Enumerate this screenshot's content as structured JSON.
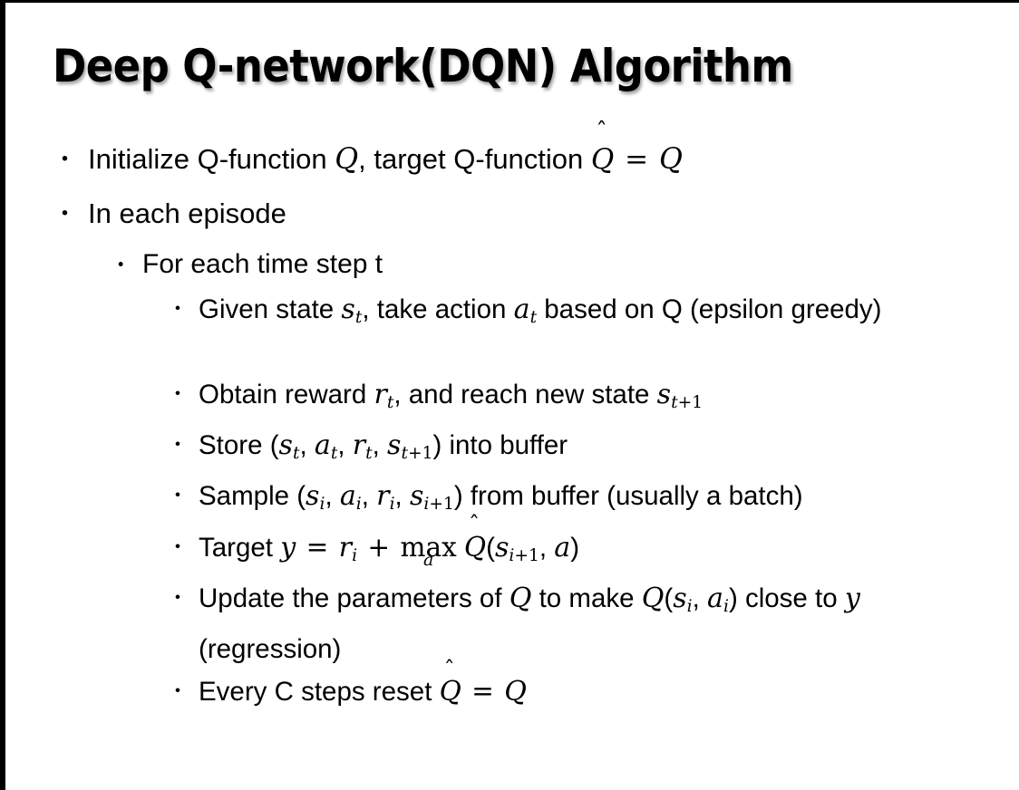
{
  "slide": {
    "background_color": "#ffffff",
    "text_color": "#000000",
    "border_color": "#000000",
    "title": "Deep Q-network(DQN) Algorithm",
    "bullet_glyph": "•"
  },
  "content": {
    "items": [
      {
        "level": 1,
        "id": "initialize",
        "plain_text": "Initialize Q-function Q, target Q-function Q̂ = Q",
        "parts": [
          {
            "kind": "text",
            "value": "Initialize Q-function "
          },
          {
            "kind": "math-italic",
            "value": "Q"
          },
          {
            "kind": "text",
            "value": ", target Q-function "
          },
          {
            "kind": "math-hat",
            "value": "Q",
            "accent": "̂"
          },
          {
            "kind": "math-symbol",
            "value": "="
          },
          {
            "kind": "math-italic",
            "value": "Q"
          }
        ]
      },
      {
        "level": 1,
        "id": "in-each-episode",
        "plain_text": "In each episode",
        "parts": [
          {
            "kind": "text",
            "value": "In each episode"
          }
        ]
      },
      {
        "level": 2,
        "id": "for-each-time-step",
        "plain_text": "For each time step t",
        "parts": [
          {
            "kind": "text",
            "value": "For each time step t"
          }
        ]
      },
      {
        "level": 3,
        "id": "given-state",
        "lines": 2,
        "plain_text": "Given state s_t, take action a_t based on Q (epsilon greedy)",
        "parts": [
          {
            "kind": "text",
            "value": "Given state "
          },
          {
            "kind": "math-sub",
            "base": "s",
            "sub": "t"
          },
          {
            "kind": "text",
            "value": ", take action "
          },
          {
            "kind": "math-sub",
            "base": "a",
            "sub": "t"
          },
          {
            "kind": "text",
            "value": " based on Q (epsilon greedy)"
          }
        ]
      },
      {
        "level": 3,
        "id": "obtain-reward",
        "lines": 1,
        "plain_text": "Obtain reward r_t, and reach new state s_t+1",
        "parts": [
          {
            "kind": "text",
            "value": "Obtain reward "
          },
          {
            "kind": "math-sub",
            "base": "r",
            "sub": "t"
          },
          {
            "kind": "text",
            "value": ", and reach new state "
          },
          {
            "kind": "math-sub",
            "base": "s",
            "sub": "t+1"
          }
        ]
      },
      {
        "level": 3,
        "id": "store-buffer",
        "lines": 1,
        "plain_text": "Store (s_t, a_t, r_t, s_t+1) into buffer",
        "parts": [
          {
            "kind": "text",
            "value": "Store ("
          },
          {
            "kind": "math-sub",
            "base": "s",
            "sub": "t"
          },
          {
            "kind": "text",
            "value": ", "
          },
          {
            "kind": "math-sub",
            "base": "a",
            "sub": "t"
          },
          {
            "kind": "text",
            "value": ", "
          },
          {
            "kind": "math-sub",
            "base": "r",
            "sub": "t"
          },
          {
            "kind": "text",
            "value": ", "
          },
          {
            "kind": "math-sub",
            "base": "s",
            "sub": "t+1"
          },
          {
            "kind": "text",
            "value": ") into buffer"
          }
        ]
      },
      {
        "level": 3,
        "id": "sample-buffer",
        "lines": 1,
        "plain_text": "Sample (s_i, a_i, r_i, s_i+1) from buffer (usually a batch)",
        "parts": [
          {
            "kind": "text",
            "value": "Sample ("
          },
          {
            "kind": "math-sub",
            "base": "s",
            "sub": "i"
          },
          {
            "kind": "text",
            "value": ", "
          },
          {
            "kind": "math-sub",
            "base": "a",
            "sub": "i"
          },
          {
            "kind": "text",
            "value": ", "
          },
          {
            "kind": "math-sub",
            "base": "r",
            "sub": "i"
          },
          {
            "kind": "text",
            "value": ", "
          },
          {
            "kind": "math-sub",
            "base": "s",
            "sub": "i+1"
          },
          {
            "kind": "text",
            "value": ") from buffer (usually a batch)"
          }
        ]
      },
      {
        "level": 3,
        "id": "target-equation",
        "lines": 1,
        "plain_text": "Target y = r_i + max_a Q̂(s_i+1, a)",
        "parts": [
          {
            "kind": "text",
            "value": "Target "
          },
          {
            "kind": "math-italic",
            "value": "y"
          },
          {
            "kind": "math-symbol",
            "value": "="
          },
          {
            "kind": "math-sub",
            "base": "r",
            "sub": "i"
          },
          {
            "kind": "math-symbol",
            "value": "+"
          },
          {
            "kind": "math-underset",
            "operator": "max",
            "under": "a"
          },
          {
            "kind": "math-hat",
            "value": "Q",
            "accent": "̂"
          },
          {
            "kind": "text",
            "value": "("
          },
          {
            "kind": "math-sub",
            "base": "s",
            "sub": "i+1"
          },
          {
            "kind": "text",
            "value": ", "
          },
          {
            "kind": "math-italic",
            "value": "a"
          },
          {
            "kind": "text",
            "value": ")"
          }
        ]
      },
      {
        "level": 3,
        "id": "update-parameters",
        "lines": 2,
        "plain_text": "Update the parameters of Q to make Q(s_i, a_i) close to y (regression)",
        "parts": [
          {
            "kind": "text",
            "value": "Update the parameters of "
          },
          {
            "kind": "math-italic",
            "value": "Q"
          },
          {
            "kind": "text",
            "value": " to make "
          },
          {
            "kind": "math-italic",
            "value": "Q"
          },
          {
            "kind": "text",
            "value": "("
          },
          {
            "kind": "math-sub",
            "base": "s",
            "sub": "i"
          },
          {
            "kind": "text",
            "value": ", "
          },
          {
            "kind": "math-sub",
            "base": "a",
            "sub": "i"
          },
          {
            "kind": "text",
            "value": ") close to "
          },
          {
            "kind": "math-italic",
            "value": "y"
          },
          {
            "kind": "text",
            "value": " (regression)"
          }
        ]
      },
      {
        "level": 3,
        "id": "reset-target",
        "lines": 1,
        "plain_text": "Every C steps reset Q̂ = Q",
        "parts": [
          {
            "kind": "text",
            "value": "Every C steps reset "
          },
          {
            "kind": "math-hat",
            "value": "Q",
            "accent": "̂"
          },
          {
            "kind": "math-symbol",
            "value": "="
          },
          {
            "kind": "math-italic",
            "value": "Q"
          }
        ]
      }
    ]
  }
}
